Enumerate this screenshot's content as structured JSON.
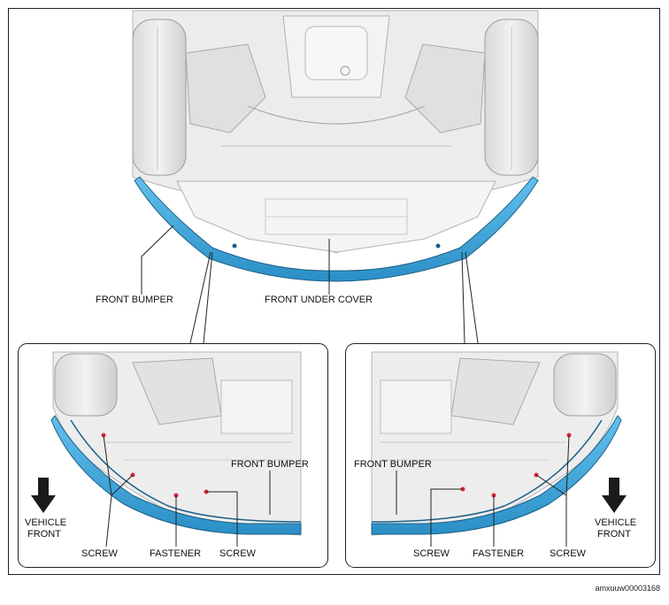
{
  "main_view": {
    "label_front_bumper": "FRONT BUMPER",
    "label_front_under_cover": "FRONT UNDER COVER"
  },
  "left_detail": {
    "label_front_bumper": "FRONT BUMPER",
    "label_screw_left": "SCREW",
    "label_fastener": "FASTENER",
    "label_screw_right": "SCREW",
    "label_vehicle": "VEHICLE",
    "label_front": "FRONT"
  },
  "right_detail": {
    "label_front_bumper": "FRONT BUMPER",
    "label_screw_left": "SCREW",
    "label_fastener": "FASTENER",
    "label_screw_right": "SCREW",
    "label_vehicle": "VEHICLE",
    "label_front": "FRONT"
  },
  "document_id": "amxuuw00003168",
  "colors": {
    "bumper_blue": "#3aa6dd",
    "bumper_dark": "#1c5f86",
    "chassis_gray": "#e6e6e6",
    "line_gray": "#9a9a9a",
    "marker_red": "#d9283a"
  }
}
